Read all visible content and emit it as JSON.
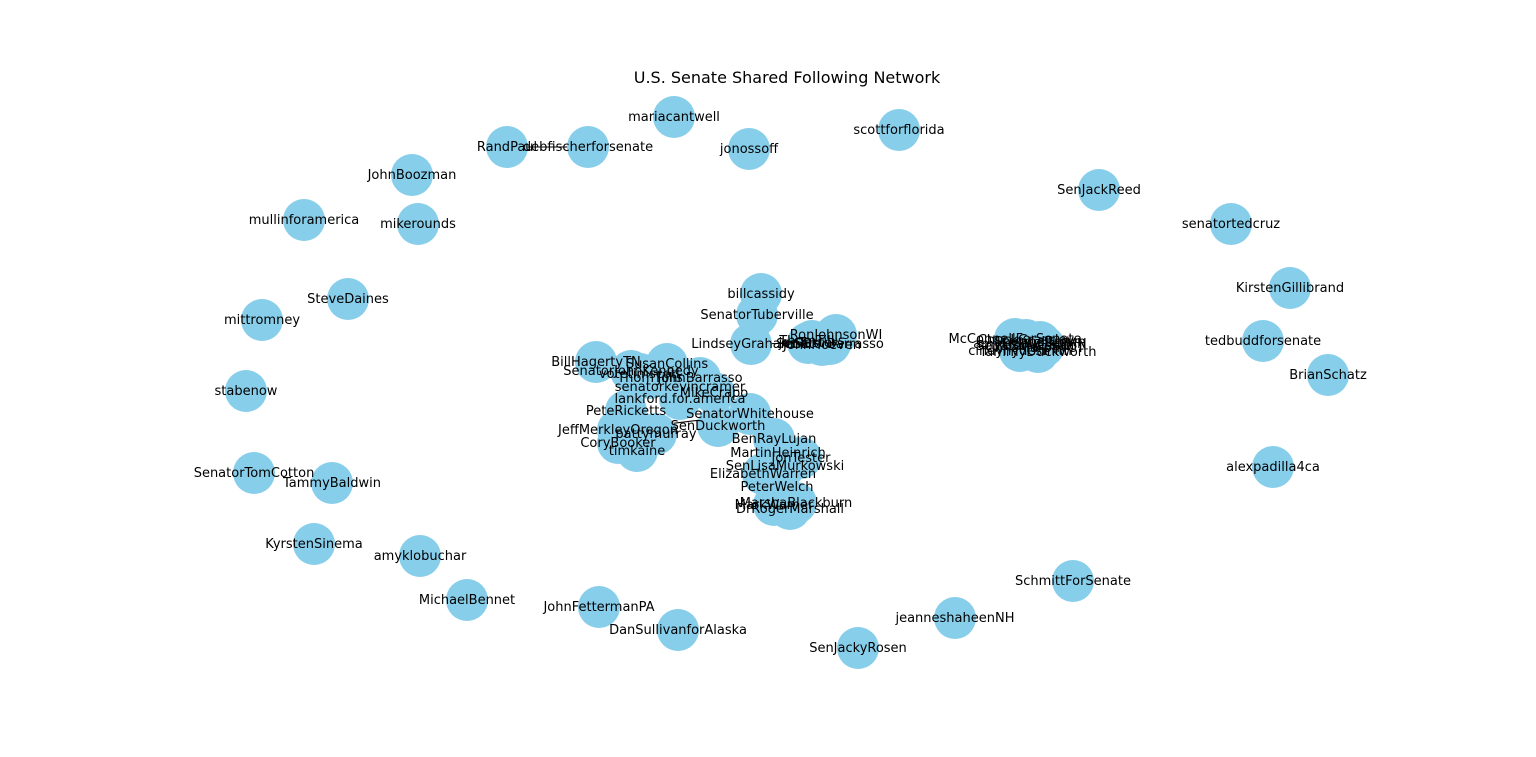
{
  "title": "U.S. Senate Shared Following Network",
  "style": {
    "node_color": "#87CEEB",
    "edge_color": "#000000",
    "background": "#ffffff"
  },
  "nodes": [
    "mariacantwell",
    "RandPaul",
    "debfischerforsenate",
    "jonossoff",
    "scottforflorida",
    "JohnBoozman",
    "mullinforamerica",
    "mikerounds",
    "SenJackReed",
    "senatortedcruz",
    "KirstenGillibrand",
    "tedbuddforsenate",
    "BrianSchatz",
    "alexpadilla4ca",
    "SteveDaines",
    "mittromney",
    "stabenow",
    "SenatorTomCotton",
    "TammyBaldwin",
    "KyrstenSinema",
    "amyklobuchar",
    "MichaelBennet",
    "JohnFettermanPA",
    "DanSullivanforAlaska",
    "SenJackyRosen",
    "jeanneshaheenNH",
    "SchmittForSenate",
    "billcassidy",
    "SenatorTuberville",
    "LindseyGrahamSC",
    "jonTester",
    "RonJohnsonWI",
    "ThomTillis",
    "JohnHoeven",
    "SenatorBarrasso",
    "BillHagertyTN",
    "SenatorJohnKennedy",
    "SusanCollins",
    "votetimscott",
    "ThomTillis",
    "JohnBarrasso",
    "senatorkevincramer",
    "MikeCrapo",
    "lankford.for.america",
    "PeteRicketts",
    "SenatorWhitehouse",
    "JeffMerkleyOregon",
    "pattymurray",
    "CoryBooker",
    "timkaine",
    "SenDuckworth",
    "BenRayLujan",
    "MartinHeinrich",
    "JonTester",
    "SenLisaMurkowski",
    "ElizabethWarren",
    "PeterWelch",
    "MarshaBlackburn",
    "MarkWarner",
    "DrRogerMarshall",
    "McConnellForSenate",
    "ChuckGrassley",
    "cindyhydesmith",
    "SenCapito",
    "TammyDuckworth",
    "amyklobucharMN",
    "ChrisMurphyCT",
    "SenatorHassan",
    "SherrodBrown"
  ]
}
